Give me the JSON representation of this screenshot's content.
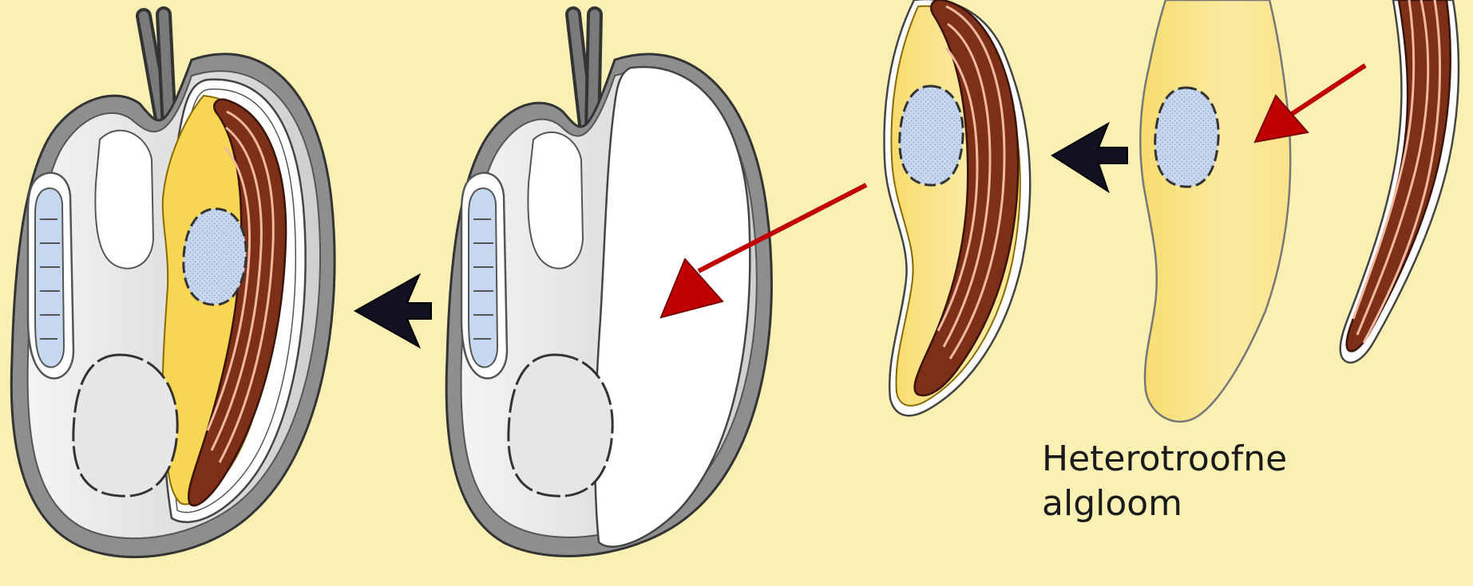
{
  "label": {
    "line1": "Heterotroofne",
    "line2": "algloom"
  },
  "colors": {
    "background": "#fbf0b4",
    "cell_wall_gray": "#8e8e8e",
    "cytoplasm_gray": "#e2e2e2",
    "alga_yellow": "#f8df73",
    "chloroplast_red": "#8f3b22",
    "nucleus_blue": "#c8d8ee",
    "arrow_red": "#c10000",
    "arrow_black": "#111122"
  },
  "icons": [
    "arrow-black",
    "arrow-red"
  ]
}
